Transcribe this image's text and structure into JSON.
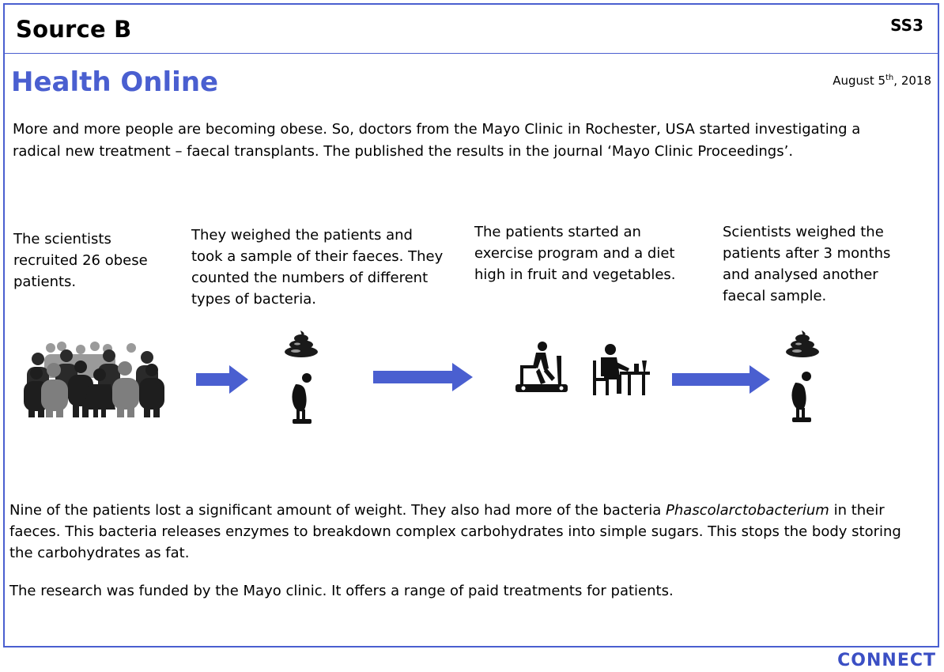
{
  "header": {
    "source_title": "Source B",
    "code": "SS3"
  },
  "publication": {
    "name": "Health Online",
    "date_main": "August 5",
    "date_sup": "th",
    "date_tail": ", 2018"
  },
  "intro": "More and more people are becoming obese. So, doctors from the Mayo Clinic in Rochester, USA started investigating a radical new treatment – faecal transplants. The published the results in the journal ‘Mayo Clinic Proceedings’.",
  "steps": [
    {
      "text": "The scientists recruited 26 obese patients."
    },
    {
      "text": "They weighed the patients and took a sample of their faeces. They counted the numbers of different types of bacteria."
    },
    {
      "text": "The patients started an exercise program and a diet high in fruit and vegetables."
    },
    {
      "text": "Scientists weighed the patients after 3 months  and analysed another faecal sample."
    }
  ],
  "results": {
    "before_italic": "Nine of the patients lost a significant amount of weight. They also had more of the bacteria ",
    "italic": "Phascolarctobacterium",
    "after_italic": " in their faeces. This bacteria releases enzymes to breakdown complex carbohydrates into simple sugars. This stops the body storing the carbohydrates as fat."
  },
  "funding": "The research was funded by the Mayo clinic. It offers a range of paid treatments for patients.",
  "brand": {
    "logo": "CONNECT"
  },
  "colors": {
    "accent": "#4a5fd0",
    "arrow": "#4a5fd0"
  },
  "icons": [
    "crowd-icon",
    "poo-icon",
    "scale-person-icon",
    "treadmill-icon",
    "dining-icon"
  ]
}
